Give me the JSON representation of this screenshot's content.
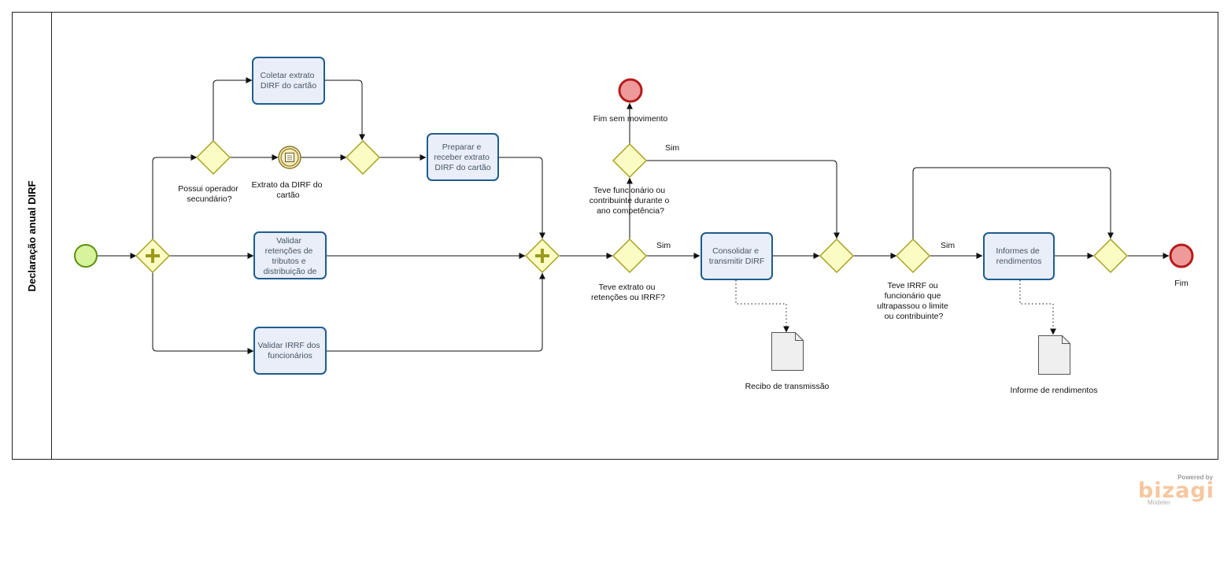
{
  "pool": {
    "title": "Declaração anual DIRF"
  },
  "tasks": {
    "coletar": [
      "Coletar extrato",
      "DIRF do cartão"
    ],
    "preparar": [
      "Preparar e",
      "receber extrato",
      "DIRF do cartão"
    ],
    "validar_retencoes": [
      "Validar",
      "retenções de",
      "tributos e",
      "distribuição de"
    ],
    "validar_irrf": [
      "Validar IRRF dos",
      "funcionários"
    ],
    "consolidar": [
      "Consolidar e",
      "transmitir DIRF"
    ],
    "informes": [
      "Informes de",
      "rendimentos"
    ]
  },
  "events": {
    "start": {
      "type": "start"
    },
    "intermediate": {
      "label": [
        "Extrato da DIRF do",
        "cartão"
      ]
    },
    "end_sem_movimento": {
      "label": "Fim sem movimento"
    },
    "end_fim": {
      "label": "Fim"
    }
  },
  "gateways": {
    "possui_operador": {
      "label": [
        "Possui operador",
        "secundário?"
      ]
    },
    "teve_funcionario": {
      "label": [
        "Teve funcionário ou",
        "contribuinte durante o",
        "ano competência?"
      ]
    },
    "teve_extrato": {
      "label": [
        "Teve extrato ou",
        "retenções ou IRRF?"
      ]
    },
    "teve_irrf": {
      "label": [
        "Teve IRRF ou",
        "funcionário que",
        "ultrapassou o limite",
        "ou contribuinte?"
      ]
    }
  },
  "flow_labels": {
    "sim": "Sim"
  },
  "artifacts": {
    "recibo": {
      "label": "Recibo de transmissão"
    },
    "informe": {
      "label": "Informe de rendimentos"
    }
  },
  "branding": {
    "powered": "Powered by",
    "name": "bizagi",
    "sub": "Modeler"
  },
  "colors": {
    "task_fill": "#e9eef9",
    "task_stroke": "#1f5d8f",
    "gateway_fill": "#fbfbc4",
    "gateway_stroke": "#a6a21f",
    "start_fill": "#d7f39c",
    "start_stroke": "#5a8f10",
    "end_fill": "#ef9a9a",
    "end_stroke": "#b51c1c"
  }
}
